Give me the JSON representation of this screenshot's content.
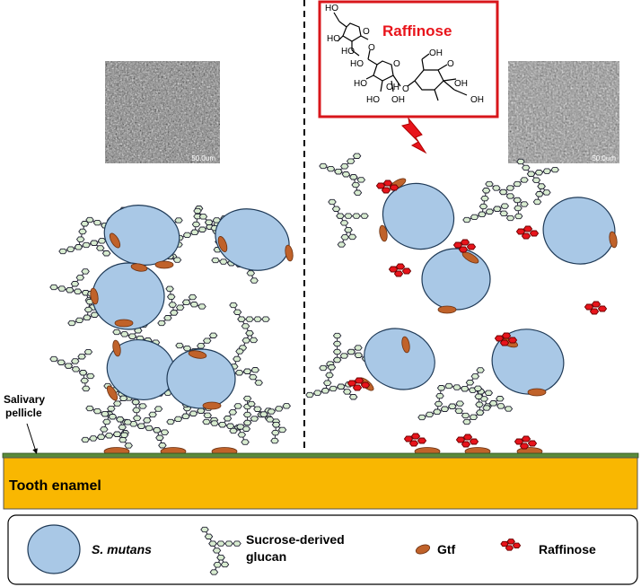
{
  "raffinose_box": {
    "title": "Raffinose",
    "groups": [
      {
        "id": "g1",
        "text": "HO"
      },
      {
        "id": "g2",
        "text": "HO"
      },
      {
        "id": "g3",
        "text": "HO"
      },
      {
        "id": "g4",
        "text": "O"
      },
      {
        "id": "g5",
        "text": "HO"
      },
      {
        "id": "g6",
        "text": "O"
      },
      {
        "id": "g7",
        "text": "HO"
      },
      {
        "id": "g8",
        "text": "O"
      },
      {
        "id": "g9",
        "text": "OH"
      },
      {
        "id": "g10",
        "text": "O"
      },
      {
        "id": "g11",
        "text": "O"
      },
      {
        "id": "g12",
        "text": "HO"
      },
      {
        "id": "g13",
        "text": "OH"
      },
      {
        "id": "g14",
        "text": "OH"
      },
      {
        "id": "g15",
        "text": "OH"
      },
      {
        "id": "g16",
        "text": "OH"
      }
    ]
  },
  "micrographs": [
    {
      "scale_label": "50.0um"
    },
    {
      "scale_label": "50.0um"
    }
  ],
  "labels": {
    "salivary_pellicle": "Salivary pellicle",
    "salivary_line1": "Salivary",
    "salivary_line2": "pellicle",
    "tooth_enamel": "Tooth enamel"
  },
  "legend": {
    "items": [
      {
        "key": "s_mutans",
        "label": "S. mutans"
      },
      {
        "key": "glucan",
        "label_line1": "Sucrose-derived",
        "label_line2": "glucan"
      },
      {
        "key": "gtf",
        "label": "Gtf"
      },
      {
        "key": "raffinose",
        "label": "Raffinose"
      }
    ]
  },
  "colors": {
    "cell_fill": "#a9c8e6",
    "gtf": "#c0622a",
    "glucan_fill": "#d8ecd0",
    "raffinose": "#e8141b",
    "enamel": "#f9b701",
    "pellicle": "#5a8a3a",
    "box_border": "#d8161b"
  }
}
